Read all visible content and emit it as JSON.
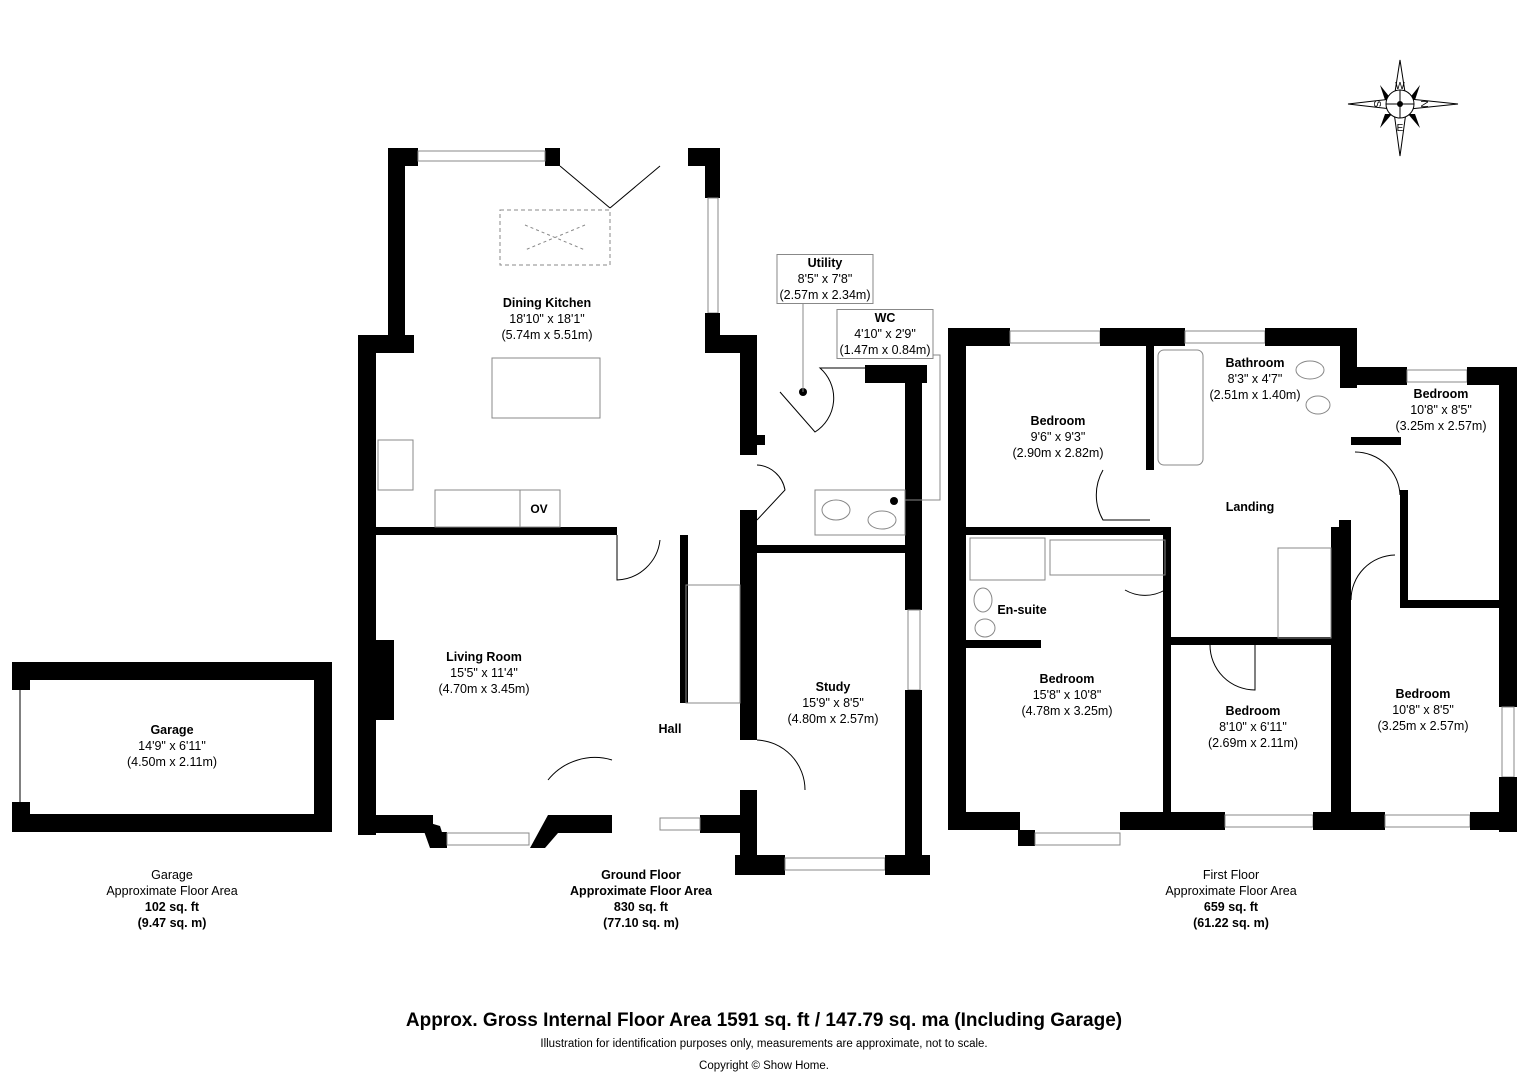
{
  "compass": {
    "n": "N",
    "s": "S",
    "e": "E",
    "w": "W"
  },
  "rooms": [
    {
      "name": "Dining Kitchen",
      "imperial": "18'10\" x 18'1\"",
      "metric": "(5.74m x 5.51m)"
    },
    {
      "name": "Utility",
      "imperial": "8'5\" x 7'8\"",
      "metric": "(2.57m x 2.34m)"
    },
    {
      "name": "WC",
      "imperial": "4'10\" x 2'9\"",
      "metric": "(1.47m x 0.84m)"
    },
    {
      "name": "Living Room",
      "imperial": "15'5\" x 11'4\"",
      "metric": "(4.70m x 3.45m)"
    },
    {
      "name": "Study",
      "imperial": "15'9\" x 8'5\"",
      "metric": "(4.80m x 2.57m)"
    },
    {
      "name": "Hall"
    },
    {
      "name": "Garage",
      "imperial": "14'9\" x 6'11\"",
      "metric": "(4.50m x 2.11m)"
    },
    {
      "name": "Bedroom",
      "imperial": "9'6\" x 9'3\"",
      "metric": "(2.90m x 2.82m)"
    },
    {
      "name": "Bathroom",
      "imperial": "8'3\" x 4'7\"",
      "metric": "(2.51m x 1.40m)"
    },
    {
      "name": "Bedroom",
      "imperial": "10'8\" x 8'5\"",
      "metric": "(3.25m x 2.57m)"
    },
    {
      "name": "Landing"
    },
    {
      "name": "En-suite"
    },
    {
      "name": "Bedroom",
      "imperial": "15'8\" x 10'8\"",
      "metric": "(4.78m x 3.25m)"
    },
    {
      "name": "Bedroom",
      "imperial": "8'10\" x 6'11\"",
      "metric": "(2.69m x 2.11m)"
    },
    {
      "name": "Bedroom",
      "imperial": "10'8\" x 8'5\"",
      "metric": "(3.25m x 2.57m)"
    }
  ],
  "appliance": {
    "oven": "OV"
  },
  "areas": [
    {
      "floor": "Garage",
      "label": "Approximate Floor Area",
      "sqft": "102 sq. ft",
      "sqm": "(9.47 sq. m)"
    },
    {
      "floor": "Ground Floor",
      "label": "Approximate Floor Area",
      "sqft": "830 sq. ft",
      "sqm": "(77.10 sq. m)"
    },
    {
      "floor": "First Floor",
      "label": "Approximate Floor Area",
      "sqft": "659 sq. ft",
      "sqm": "(61.22 sq. m)"
    }
  ],
  "footer": {
    "total": "Approx. Gross Internal Floor Area 1591 sq. ft / 147.79 sq. ma (Including Garage)",
    "disclaimer": "Illustration for identification purposes only, measurements are approximate, not to scale.",
    "copyright": "Copyright © Show Home."
  }
}
